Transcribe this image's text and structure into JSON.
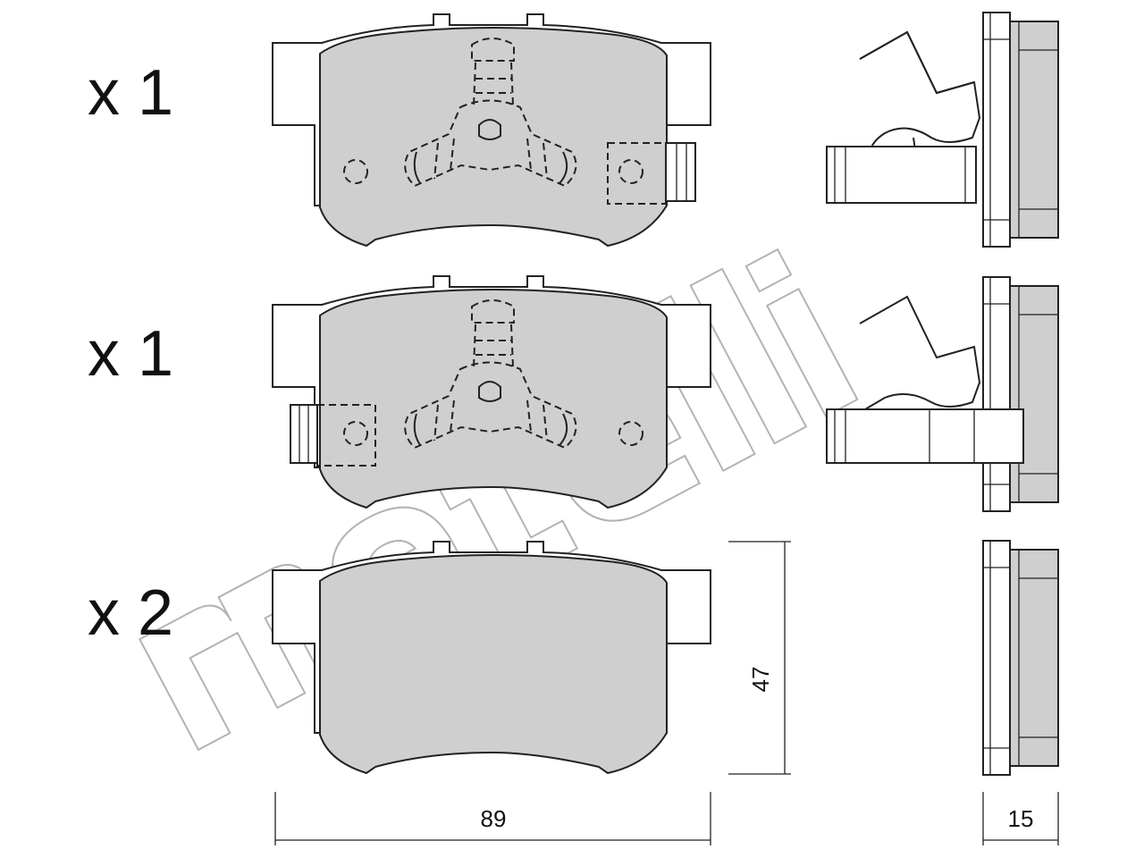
{
  "quantities": {
    "row1": "x 1",
    "row2": "x 1",
    "row3": "x 2"
  },
  "dimensions": {
    "width": "89",
    "height": "47",
    "thickness": "15"
  },
  "watermark": {
    "text": "metelli"
  },
  "colors": {
    "pad_fill": "#cfcfcf",
    "outline": "#222222",
    "watermark": "#9a9a9a"
  }
}
